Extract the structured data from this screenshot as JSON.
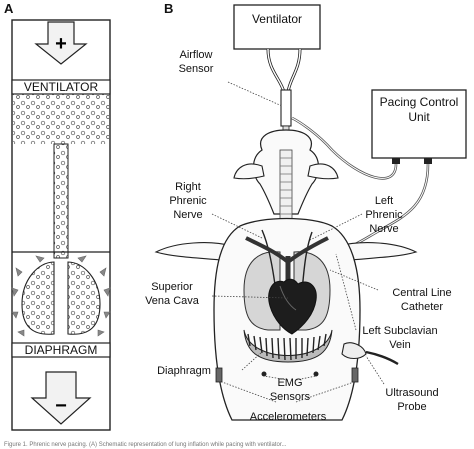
{
  "panels": {
    "a": "A",
    "b": "B"
  },
  "panel_a": {
    "ventilator": "VENTILATOR",
    "diaphragm": "DIAPHRAGM",
    "plus_sign": "+",
    "minus_sign": "−"
  },
  "panel_b": {
    "ventilator": "Ventilator",
    "pacing_control": [
      "Pacing Control",
      "Unit"
    ],
    "airflow_sensor": [
      "Airflow",
      "Sensor"
    ],
    "right_phrenic": [
      "Right",
      "Phrenic",
      "Nerve"
    ],
    "left_phrenic": [
      "Left",
      "Phrenic",
      "Nerve"
    ],
    "superior_vena_cava": [
      "Superior",
      "Vena Cava"
    ],
    "central_line": [
      "Central Line",
      "Catheter"
    ],
    "left_subclavian": [
      "Left Subclavian",
      "Vein"
    ],
    "diaphragm": "Diaphragm",
    "emg_sensors": [
      "EMG",
      "Sensors"
    ],
    "ultrasound_probe": [
      "Ultrasound",
      "Probe"
    ],
    "accelerometers": "Accelerometers"
  },
  "caption": "Figure 1. Phrenic nerve pacing. (A) Schematic representation of lung inflation while pacing with ventilator..."
}
